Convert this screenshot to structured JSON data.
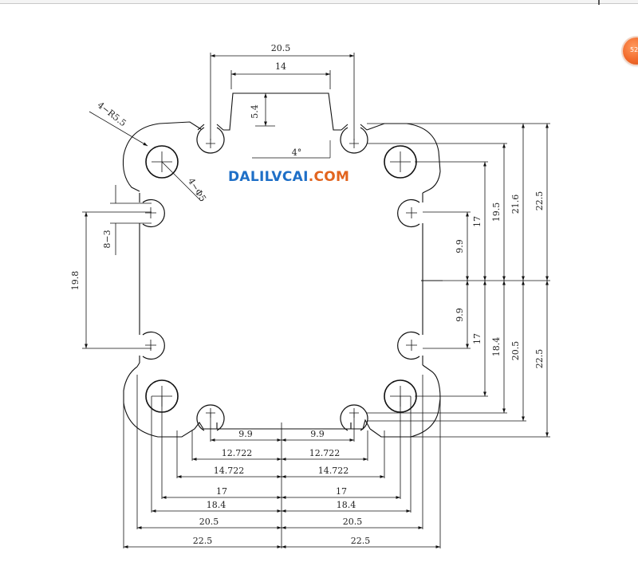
{
  "watermark": {
    "part_a": "DALILVCAI",
    "part_b": ".COM"
  },
  "badge": {
    "label": "52"
  },
  "dims": {
    "top_outer": "20.5",
    "top_inner": "14",
    "top_height": "5.4",
    "chamfer": "4°",
    "corner_radius": "4−R5.5",
    "hole_dia": "4−Φ5",
    "slot": "8−3",
    "left_span": "19.8",
    "r_99_top": "9.9",
    "r_99_bot": "9.9",
    "r_17_top": "17",
    "r_17_bot": "17",
    "r_195": "19.5",
    "r_184": "18.4",
    "r_216": "21.6",
    "r_205": "20.5",
    "r_225_top": "22.5",
    "r_225_bot": "22.5",
    "b_99_l": "9.9",
    "b_99_r": "9.9",
    "b_12722_l": "12.722",
    "b_12722_r": "12.722",
    "b_14722_l": "14.722",
    "b_14722_r": "14.722",
    "b_17_l": "17",
    "b_17_r": "17",
    "b_184_l": "18.4",
    "b_184_r": "18.4",
    "b_205_l": "20.5",
    "b_205_r": "20.5",
    "b_225_l": "22.5",
    "b_225_r": "22.5"
  }
}
